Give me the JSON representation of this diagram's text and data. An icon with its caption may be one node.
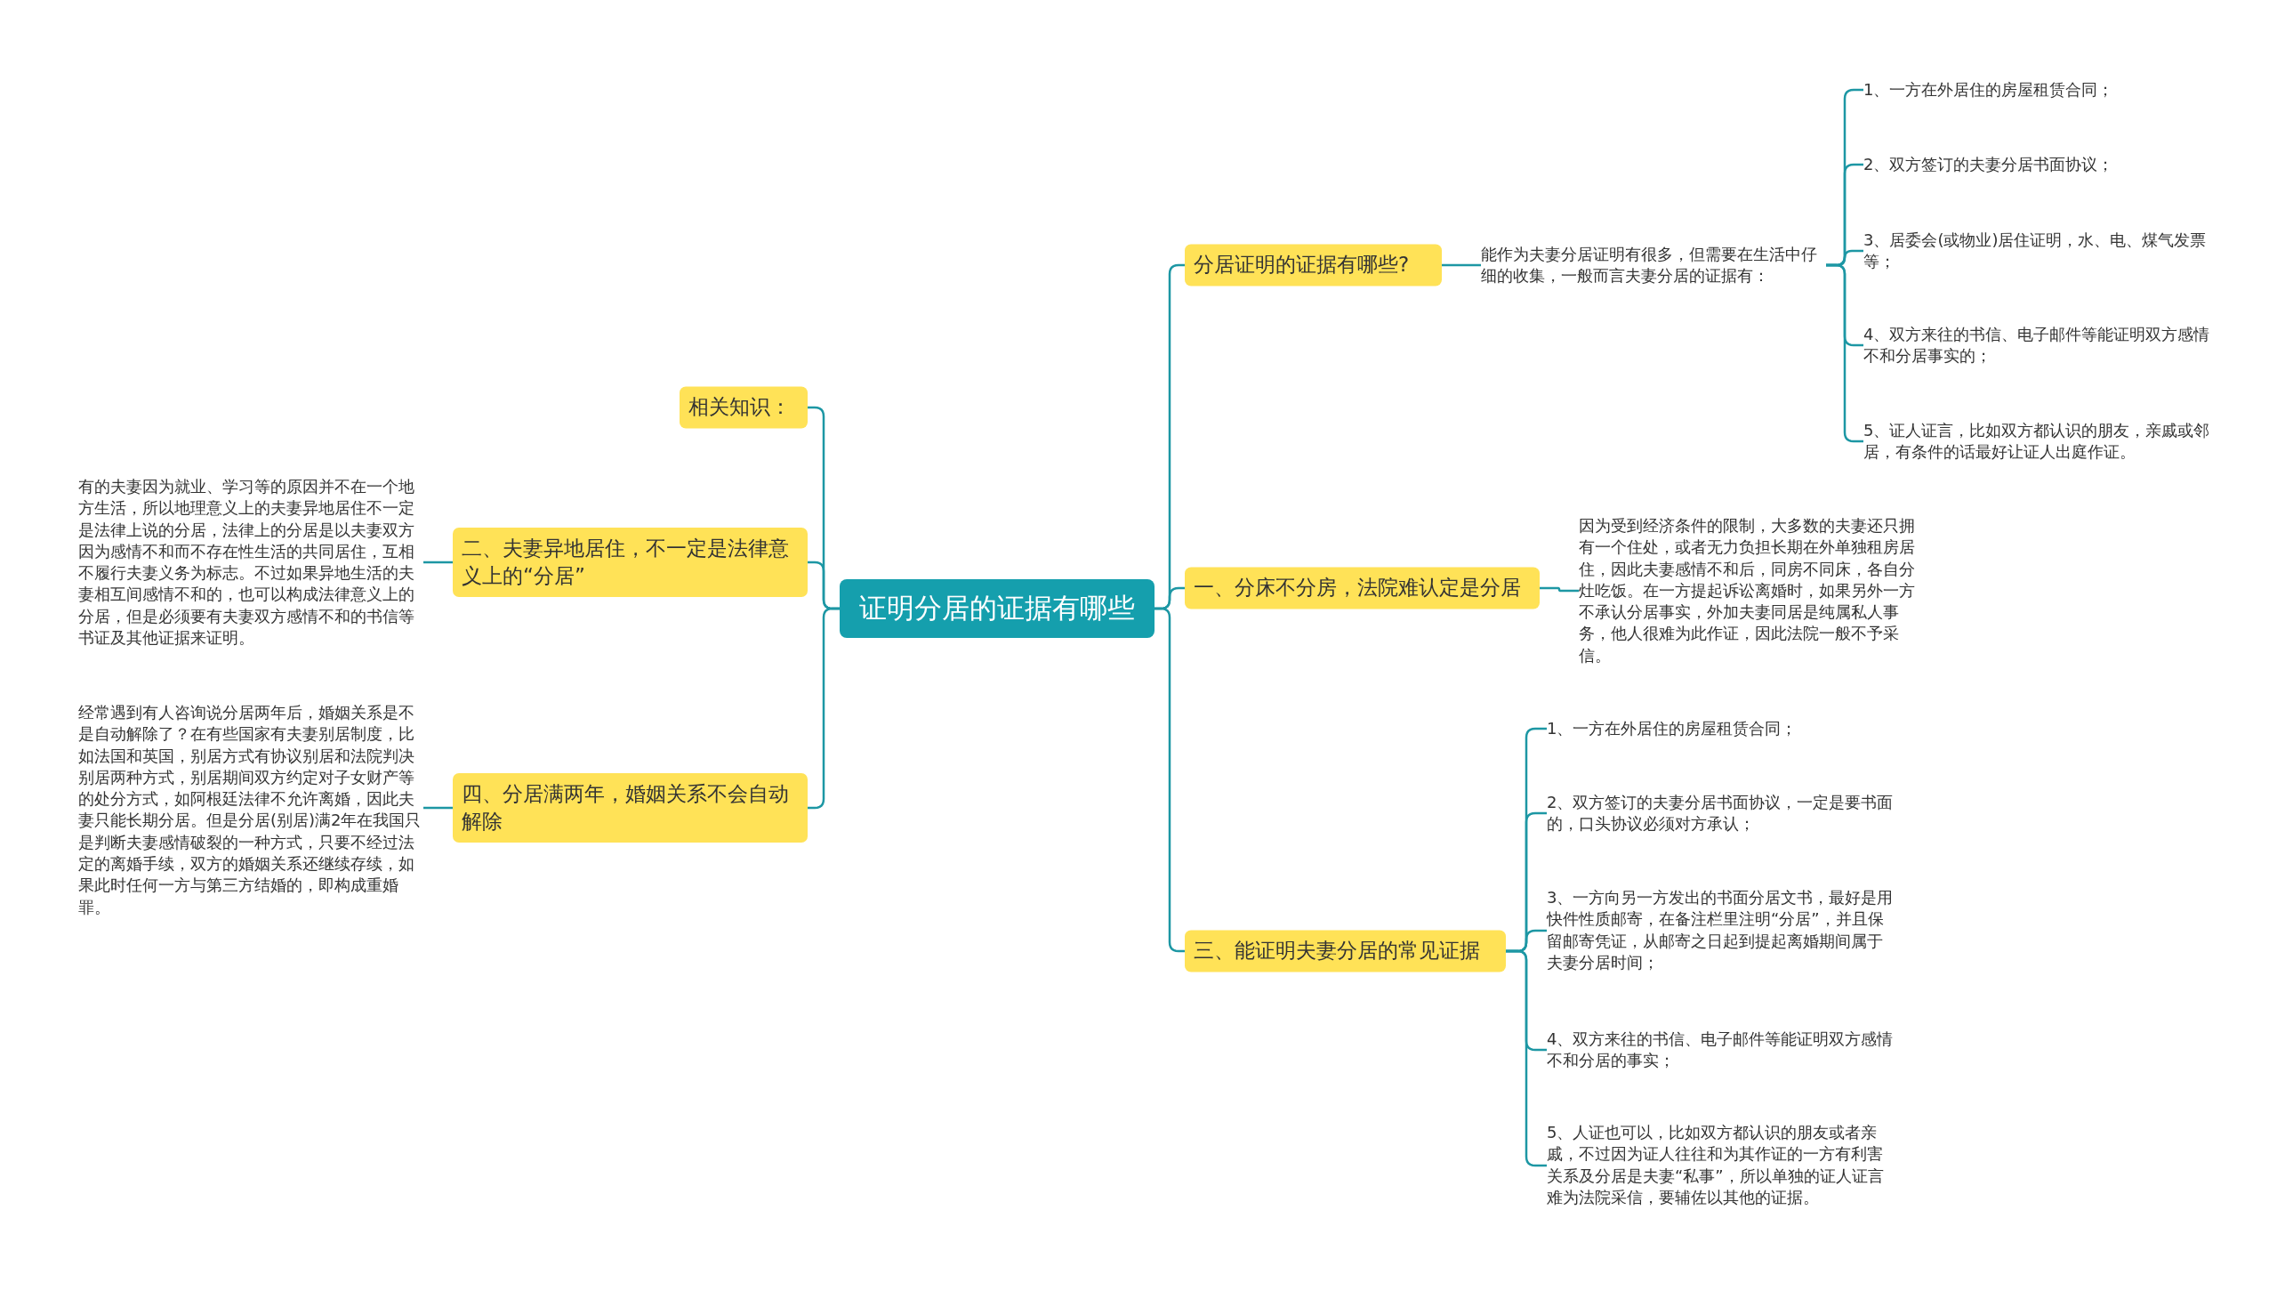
{
  "diagram": {
    "nodes": [
      {
        "text": [
          "证明分居的证据有哪些"
        ]
      },
      {
        "text": [
          "相关知识："
        ]
      },
      {
        "text": [
          "二、夫妻异地居住，不一定是法律意义上的“分居”"
        ]
      },
      {
        "text": [
          "有的夫妻因为就业、学习等的原因并不在一个地方生活，所以地理意义上的夫妻异地居住不一定是法律上说的分居，法律上的分居是以夫妻双方因为感情不和而不存在性生活的共同居住，互相不履行夫妻义务为标志。不过如果异地生活的夫妻相互间感情不和的，也可以构成法律意义上的分居，但是必须要有夫妻双方感情不和的书信等书证及其他证据来证明。"
        ]
      },
      {
        "text": [
          "四、分居满两年，婚姻关系不会自动解除"
        ]
      },
      {
        "text": [
          "经常遇到有人咨询说分居两年后，婚姻关系是不是自动解除了？在有些国家有夫妻别居制度，比如法国和英国，别居方式有协议别居和法院判决别居两种方式，别居期间双方约定对子女财产等的处分方式，如阿根廷法律不允许离婚，因此夫妻只能长期分居。但是分居(别居)满2年在我国只是判断夫妻感情破裂的一种方式，只要不经过法定的离婚手续，双方的婚姻关系还继续存续，如果此时任何一方与第三方结婚的，即构成重婚罪。"
        ]
      },
      {
        "text": [
          "分居证明的证据有哪些?"
        ]
      },
      {
        "text": [
          "能作为夫妻分居证明有很多，但需要在生活中仔细的收集，一般而言夫妻分居的证据有："
        ]
      },
      {
        "text": [
          "1、一方在外居住的房屋租赁合同；"
        ]
      },
      {
        "text": [
          "2、双方签订的夫妻分居书面协议；"
        ]
      },
      {
        "text": [
          "3、居委会(或物业)居住证明，水、电、煤气发票等；"
        ]
      },
      {
        "text": [
          "4、双方来往的书信、电子邮件等能证明双方感情不和分居事实的；"
        ]
      },
      {
        "text": [
          "5、证人证言，比如双方都认识的朋友，亲戚或邻居，有条件的话最好让证人出庭作证。"
        ]
      },
      {
        "text": [
          "一、分床不分房，法院难认定是分居"
        ]
      },
      {
        "text": [
          "因为受到经济条件的限制，大多数的夫妻还只拥有一个住处，或者无力负担长期在外单独租房居住，因此夫妻感情不和后，同房不同床，各自分灶吃饭。在一方提起诉讼离婚时，如果另外一方不承认分居事实，外加夫妻同居是纯属私人事务，他人很难为此作证，因此法院一般不予采信。"
        ]
      },
      {
        "text": [
          "三、能证明夫妻分居的常见证据"
        ]
      },
      {
        "text": [
          "1、一方在外居住的房屋租赁合同；"
        ]
      },
      {
        "text": [
          "2、双方签订的夫妻分居书面协议，一定是要书面的，口头协议必须对方承认；"
        ]
      },
      {
        "text": [
          "3、一方向另一方发出的书面分居文书，最好是用快件性质邮寄，在备注栏里注明“分居”，并且保留邮寄凭证，从邮寄之日起到提起离婚期间属于夫妻分居时间；"
        ]
      },
      {
        "text": [
          "4、双方来往的书信、电子邮件等能证明双方感情不和分居的事实；"
        ]
      },
      {
        "text": [
          "5、人证也可以，比如双方都认识的朋友或者亲戚，不过因为证人往往和为其作证的一方有利害关系及分居是夫妻“私事”，所以单独的证人证言难为法院采信，要辅佐以其他的证据。"
        ]
      }
    ],
    "edges": [
      {
        "from": 0,
        "to": 1,
        "arrow": "none"
      },
      {
        "from": 0,
        "to": 2,
        "arrow": "none"
      },
      {
        "from": 2,
        "to": 3,
        "arrow": "none"
      },
      {
        "from": 0,
        "to": 4,
        "arrow": "none"
      },
      {
        "from": 4,
        "to": 5,
        "arrow": "none"
      },
      {
        "from": 0,
        "to": 6,
        "arrow": "none"
      },
      {
        "from": 6,
        "to": 7,
        "arrow": "none"
      },
      {
        "from": 7,
        "to": 8,
        "arrow": "none"
      },
      {
        "from": 7,
        "to": 9,
        "arrow": "none"
      },
      {
        "from": 7,
        "to": 10,
        "arrow": "none"
      },
      {
        "from": 7,
        "to": 11,
        "arrow": "none"
      },
      {
        "from": 7,
        "to": 12,
        "arrow": "none"
      },
      {
        "from": 0,
        "to": 13,
        "arrow": "none"
      },
      {
        "from": 13,
        "to": 14,
        "arrow": "none"
      },
      {
        "from": 0,
        "to": 15,
        "arrow": "none"
      },
      {
        "from": 15,
        "to": 16,
        "arrow": "none"
      },
      {
        "from": 15,
        "to": 17,
        "arrow": "none"
      },
      {
        "from": 15,
        "to": 18,
        "arrow": "none"
      },
      {
        "from": 15,
        "to": 19,
        "arrow": "none"
      },
      {
        "from": 15,
        "to": 20,
        "arrow": "none"
      }
    ]
  }
}
